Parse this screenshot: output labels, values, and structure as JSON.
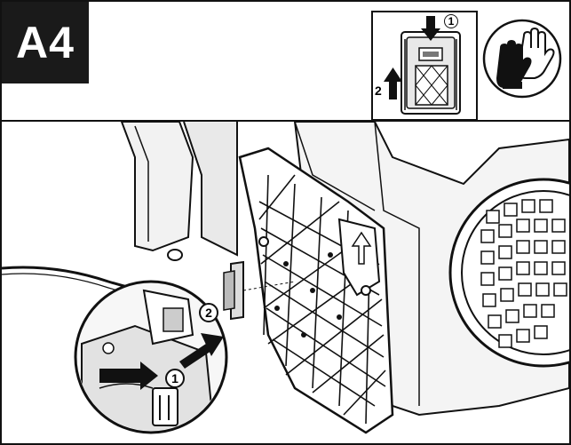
{
  "step": {
    "label": "A4"
  },
  "mini_diagram": {
    "callout_1": "1",
    "callout_2": "2"
  },
  "main_illustration": {
    "callout_1": "1",
    "callout_2": "2"
  },
  "icons": {
    "safety": "gloves-icon",
    "push": "arrow-down-icon",
    "lift": "arrow-up-icon",
    "slide": "arrow-right-icon"
  },
  "colors": {
    "ink": "#111111",
    "badge": "#1a1a1a",
    "background": "#ffffff"
  }
}
